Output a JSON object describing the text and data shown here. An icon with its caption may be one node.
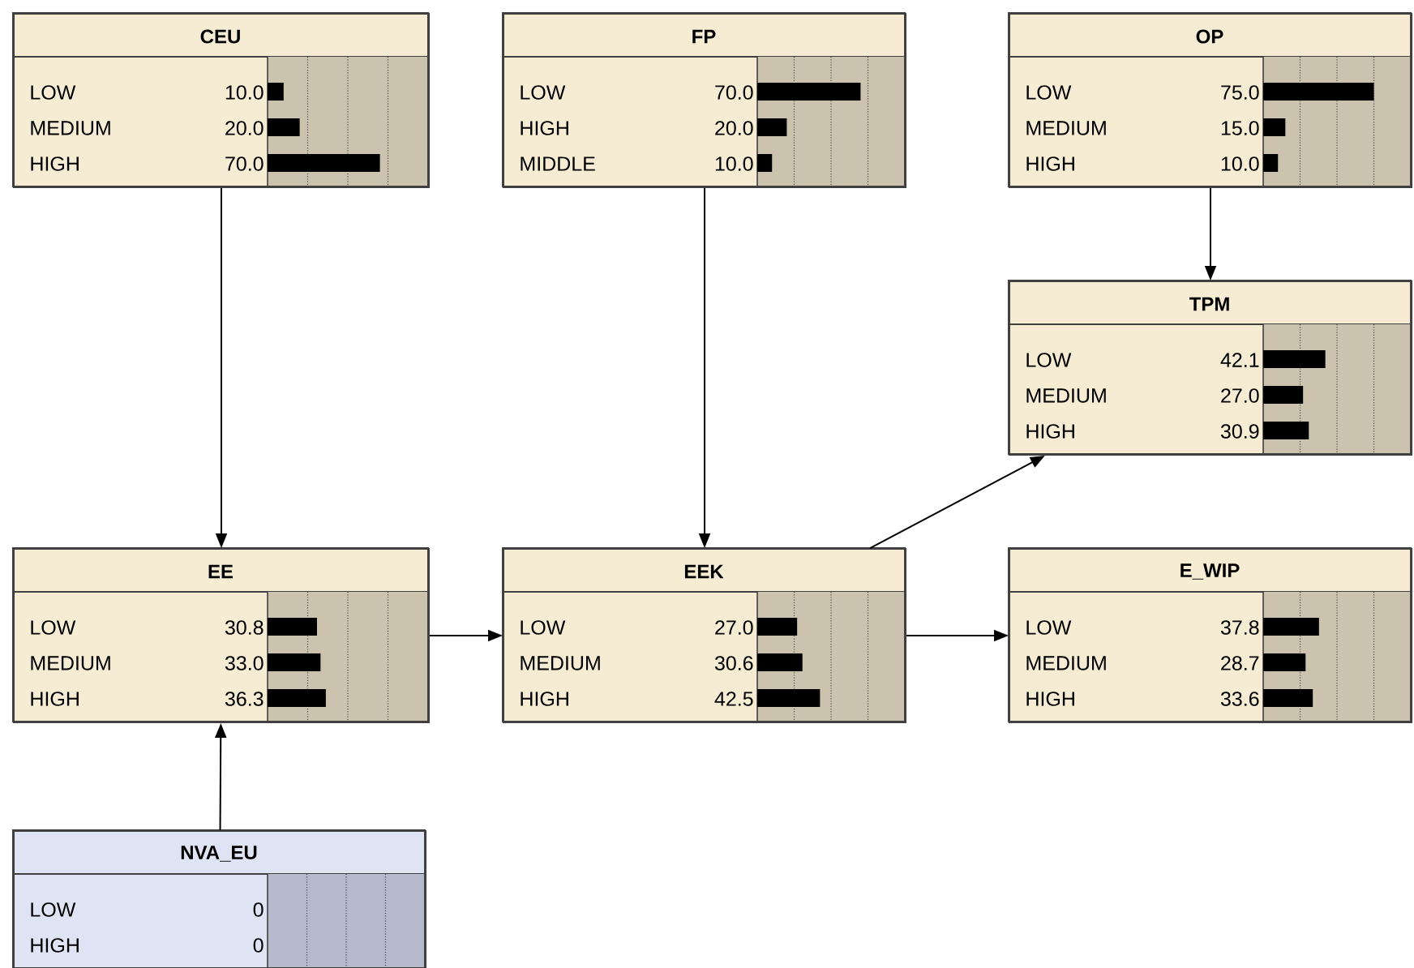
{
  "diagram": {
    "nodes": [
      {
        "text": [
          "CEU",
          "LOW",
          "10.0",
          "MEDIUM",
          "20.0",
          "HIGH",
          "70.0"
        ]
      },
      {
        "text": [
          "FP",
          "LOW",
          "70.0",
          "HIGH",
          "20.0",
          "MIDDLE",
          "10.0"
        ]
      },
      {
        "text": [
          "OP",
          "LOW",
          "75.0",
          "MEDIUM",
          "15.0",
          "HIGH",
          "10.0"
        ]
      },
      {
        "text": [
          "TPM",
          "LOW",
          "42.1",
          "MEDIUM",
          "27.0",
          "HIGH",
          "30.9"
        ]
      },
      {
        "text": [
          "EE",
          "LOW",
          "30.8",
          "MEDIUM",
          "33.0",
          "HIGH",
          "36.3"
        ]
      },
      {
        "text": [
          "EEK",
          "LOW",
          "27.0",
          "MEDIUM",
          "30.6",
          "HIGH",
          "42.5"
        ]
      },
      {
        "text": [
          "E_WIP",
          "LOW",
          "37.8",
          "MEDIUM",
          "28.7",
          "HIGH",
          "33.6"
        ]
      },
      {
        "text": [
          "NVA_EU",
          "LOW",
          "0",
          "HIGH",
          "0"
        ]
      }
    ],
    "edges": [
      {
        "from": 0,
        "to": 4,
        "arrow": "to"
      },
      {
        "from": 1,
        "to": 5,
        "arrow": "to"
      },
      {
        "from": 2,
        "to": 3,
        "arrow": "to"
      },
      {
        "from": 4,
        "to": 5,
        "arrow": "to"
      },
      {
        "from": 5,
        "to": 6,
        "arrow": "to"
      },
      {
        "from": 5,
        "to": 3,
        "arrow": "to"
      },
      {
        "from": 7,
        "to": 4,
        "arrow": "to"
      }
    ]
  }
}
